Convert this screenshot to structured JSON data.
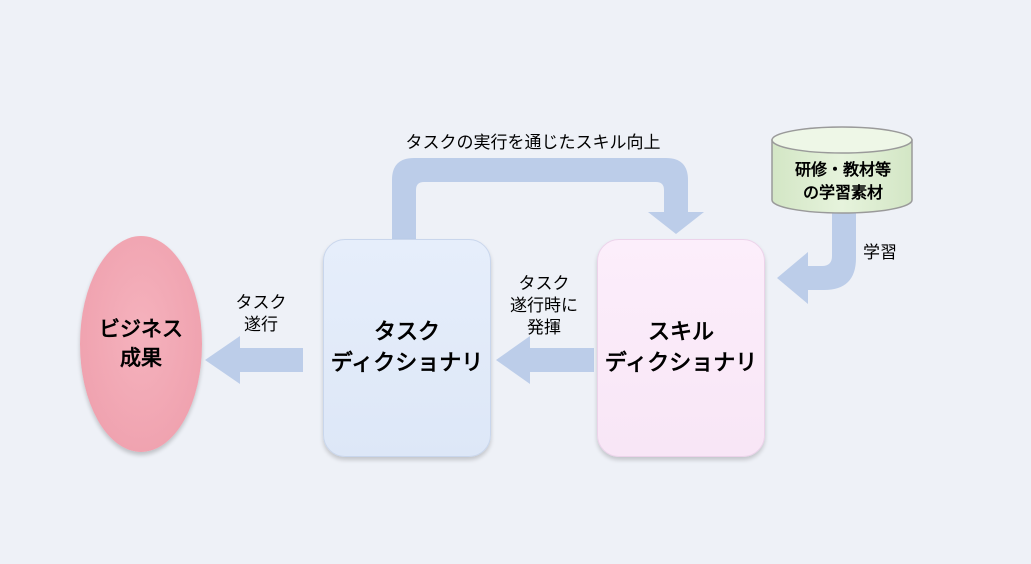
{
  "top_loop_label": "タスクの実行を通じたスキル向上",
  "task_box": {
    "line1": "タスク",
    "line2": "ディクショナリ"
  },
  "skill_box": {
    "line1": "スキル",
    "line2": "ディクショナリ"
  },
  "outcome": {
    "line1": "ビジネス",
    "line2": "成果"
  },
  "left_arrow_label": {
    "line1": "タスク",
    "line2": "遂行"
  },
  "middle_arrow_label": {
    "line1": "タスク",
    "line2": "遂行時に",
    "line3": "発揮"
  },
  "learning_source": {
    "line1": "研修・教材等",
    "line2": "の学習素材"
  },
  "learning_label": "学習",
  "colors": {
    "background": "#eef1f7",
    "arrow": "#bccde9",
    "task_fill": "#e3ecfa",
    "skill_fill": "#fbebf9",
    "outcome_fill": "#f0a3b0",
    "cylinder_fill": "#e3f1d9"
  }
}
